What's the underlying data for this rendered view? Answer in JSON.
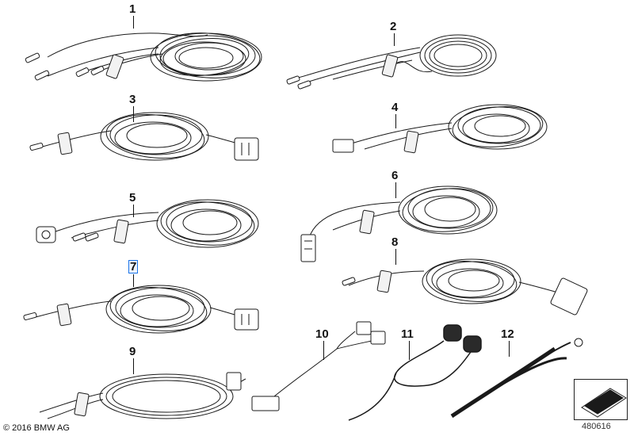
{
  "diagram": {
    "parts": [
      {
        "label": "1"
      },
      {
        "label": "2"
      },
      {
        "label": "3"
      },
      {
        "label": "4"
      },
      {
        "label": "5"
      },
      {
        "label": "6"
      },
      {
        "label": "7"
      },
      {
        "label": "8"
      },
      {
        "label": "9"
      },
      {
        "label": "10"
      },
      {
        "label": "11"
      },
      {
        "label": "12"
      }
    ],
    "selected_part": "7",
    "copyright": "© 2016 BMW AG",
    "reference_number": "480616"
  },
  "colors": {
    "wire": "#1a1a1a",
    "highlight": "#1a73e8",
    "background": "#ffffff"
  }
}
